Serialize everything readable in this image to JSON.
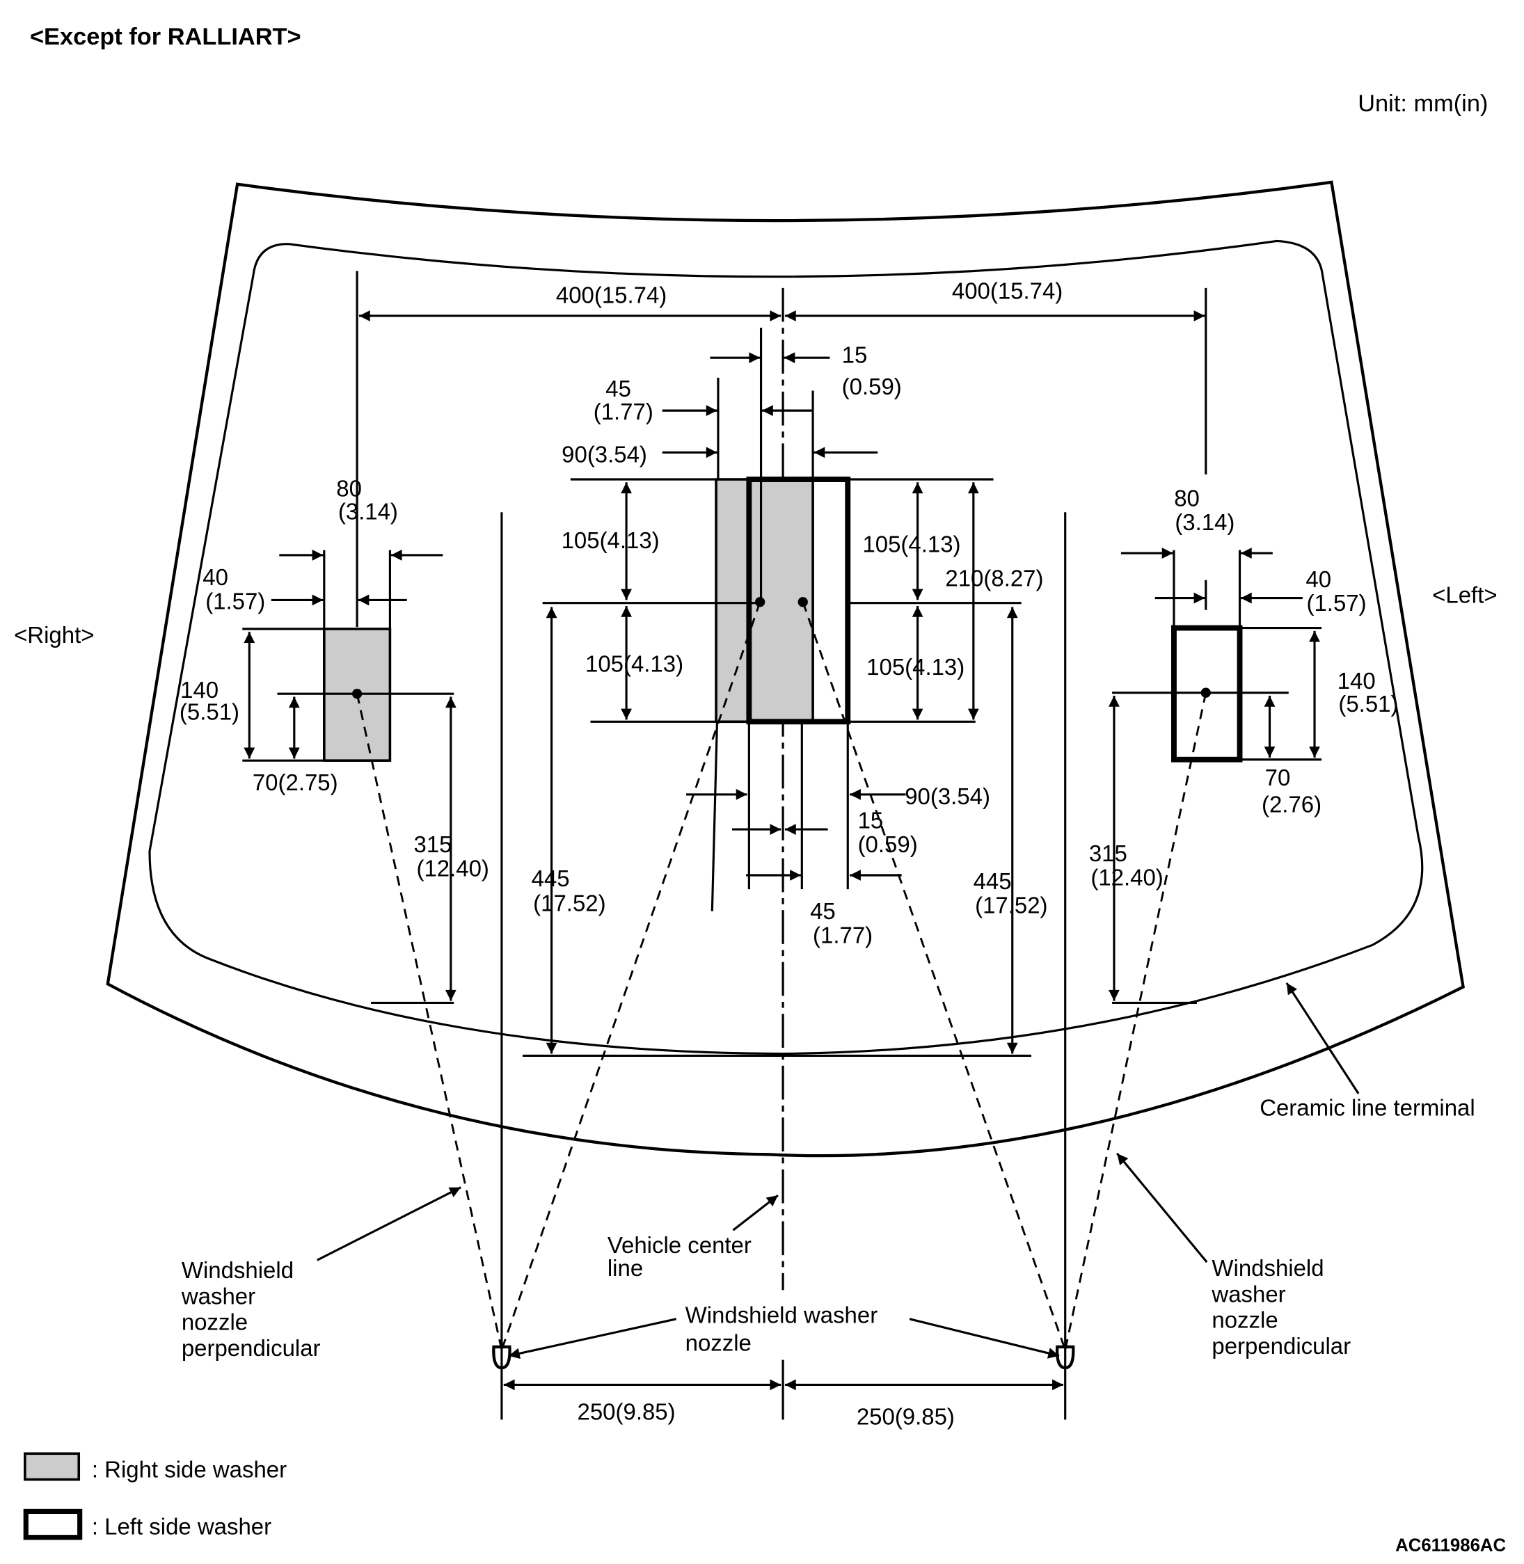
{
  "header": "<Except for RALLIART>",
  "unit": "Unit: mm(in)",
  "side_labels": {
    "right": "<Right>",
    "left": "<Left>"
  },
  "dimensions": {
    "top_left_400": "400(15.74)",
    "top_right_400": "400(15.74)",
    "center_15_top": [
      "15",
      "(0.59)"
    ],
    "center_45_top": [
      "45",
      "(1.77)"
    ],
    "center_90_top": "90(3.54)",
    "center_105_left_upper": "105(4.13)",
    "center_105_left_lower": "105(4.13)",
    "center_105_right_upper": "105(4.13)",
    "center_105_right_lower": "105(4.13)",
    "center_210": "210(8.27)",
    "center_90_bottom": "90(3.54)",
    "center_15_bottom": [
      "15",
      "(0.59)"
    ],
    "center_45_bottom": [
      "45",
      "(1.77)"
    ],
    "center_445_left": [
      "445",
      "(17.52)"
    ],
    "center_445_right": [
      "445",
      "(17.52)"
    ],
    "right_80": [
      "80",
      "(3.14)"
    ],
    "right_40": [
      "40",
      "(1.57)"
    ],
    "right_140": [
      "140",
      "(5.51)"
    ],
    "right_70": "70(2.75)",
    "right_315": [
      "315",
      "(12.40)"
    ],
    "left_80": [
      "80",
      "(3.14)"
    ],
    "left_40": [
      "40",
      "(1.57)"
    ],
    "left_140": [
      "140",
      "(5.51)"
    ],
    "left_70": [
      "70",
      "(2.76)"
    ],
    "left_315": [
      "315",
      "(12.40)"
    ],
    "bottom_250_left": "250(9.85)",
    "bottom_250_right": "250(9.85)"
  },
  "callouts": {
    "ceramic_line": "Ceramic line terminal",
    "vehicle_center": [
      "Vehicle center",
      "line"
    ],
    "nozzle": [
      "Windshield washer",
      "nozzle"
    ],
    "perp_left": [
      "Windshield",
      "washer",
      "nozzle",
      "perpendicular"
    ],
    "perp_right": [
      "Windshield",
      "washer",
      "nozzle",
      "perpendicular"
    ]
  },
  "legend": {
    "right_washer": ": Right side washer",
    "left_washer": ": Left side washer"
  },
  "figure_code": "AC611986AC",
  "colors": {
    "right_washer_fill": "#cccccc",
    "line": "#000000"
  }
}
